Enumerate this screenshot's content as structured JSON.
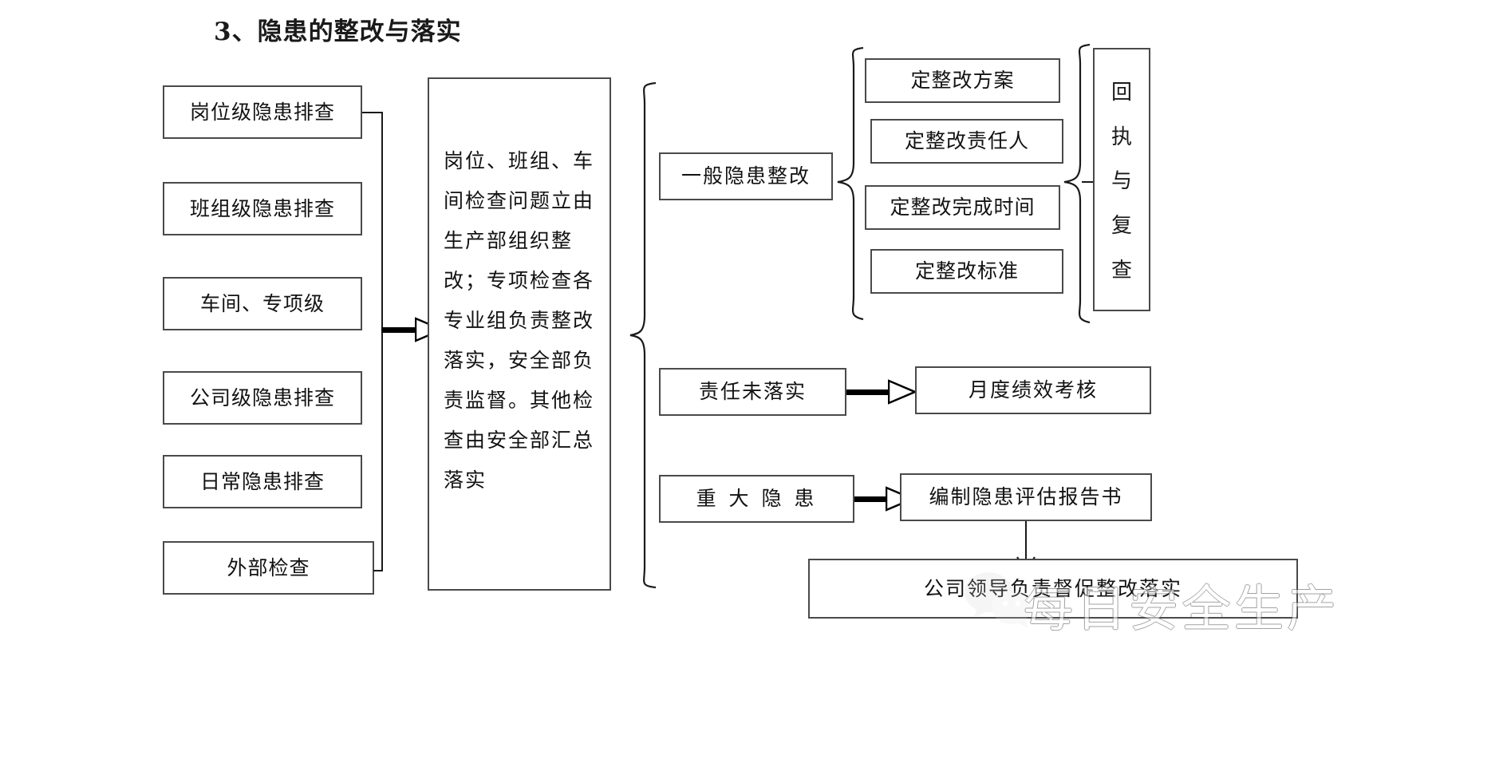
{
  "title": "3、隐患的整改与落实",
  "left_column": {
    "items": [
      {
        "label": "岗位级隐患排查"
      },
      {
        "label": "班组级隐患排查"
      },
      {
        "label": "车间、专项级"
      },
      {
        "label": "公司级隐患排查"
      },
      {
        "label": "日常隐患排查"
      },
      {
        "label": "外部检查"
      }
    ]
  },
  "center": {
    "text": "岗位、班组、车间检查问题立由生产部组织整改；专项检查各专业组负责整改落实，安全部负责监督。其他检查由安全部汇总落实"
  },
  "branches": {
    "general_rectification": "一般隐患整改",
    "responsibility_unfulfilled": "责任未落实",
    "monthly_assessment": "月度绩效考核",
    "major_hazard": "重 大 隐 患",
    "assessment_report": "编制隐患评估报告书",
    "leader_supervision": "公司领导负责督促整改落实"
  },
  "details": {
    "items": [
      {
        "label": "定整改方案"
      },
      {
        "label": "定整改责任人"
      },
      {
        "label": "定整改完成时间"
      },
      {
        "label": "定整改标准"
      }
    ]
  },
  "receipt_box": {
    "chars": [
      "回",
      "执",
      "与",
      "复",
      "查"
    ]
  },
  "watermark": {
    "text": "每日安全生产",
    "logo": "wechat-logo"
  },
  "colors": {
    "stroke": "#4a4a4a",
    "line": "#1a1a1a",
    "text": "#121212",
    "background": "#ffffff"
  }
}
